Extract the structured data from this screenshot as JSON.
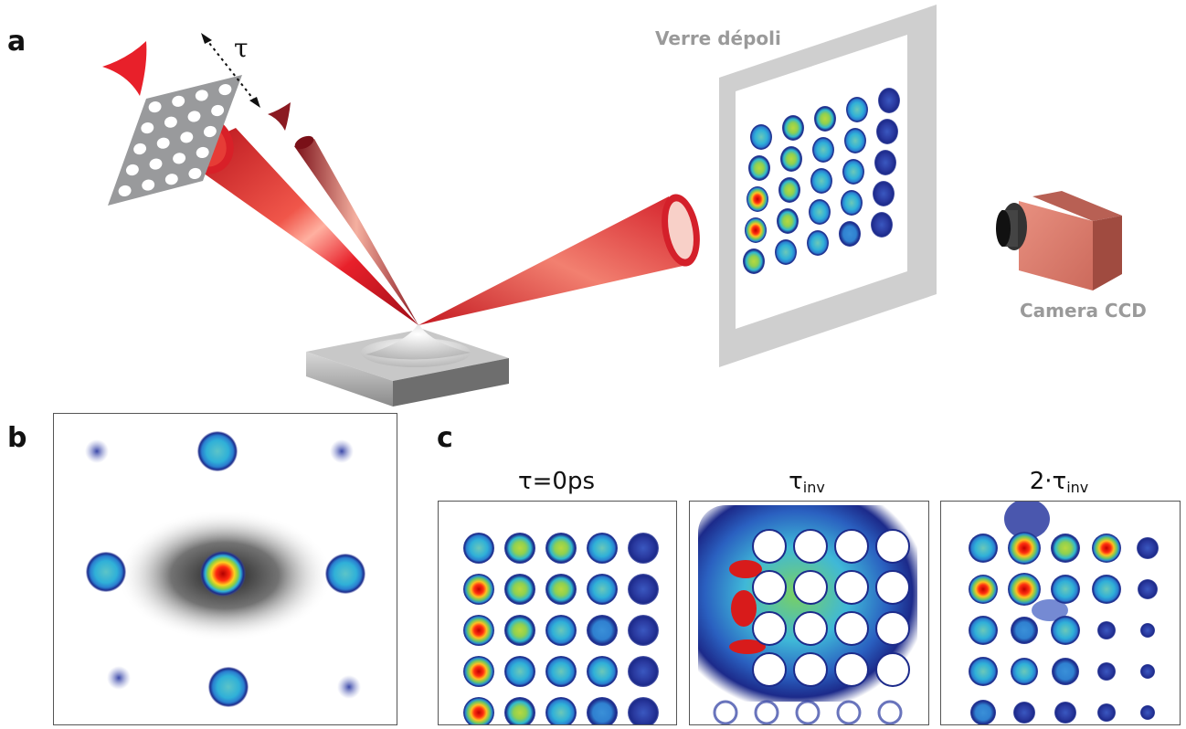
{
  "panel_a": {
    "letter": "a",
    "tau_symbol": "τ",
    "screen_label": "Verre dépoli",
    "camera_label": "Camera CCD"
  },
  "panel_b": {
    "letter": "b"
  },
  "panel_c": {
    "letter": "c",
    "titles": [
      {
        "main": "τ=0ps",
        "sub": ""
      },
      {
        "main": "τ",
        "sub": "inv"
      },
      {
        "main": "2·τ",
        "sub": "inv"
      }
    ]
  },
  "colors": {
    "beam_red": "#e8202a",
    "dark_red": "#8b1a22",
    "frame_gray": "#cfcfcf",
    "spot_blue": "#2a3a9a",
    "spot_cyan": "#3fb8d8",
    "spot_hot": "#d81b1b"
  }
}
